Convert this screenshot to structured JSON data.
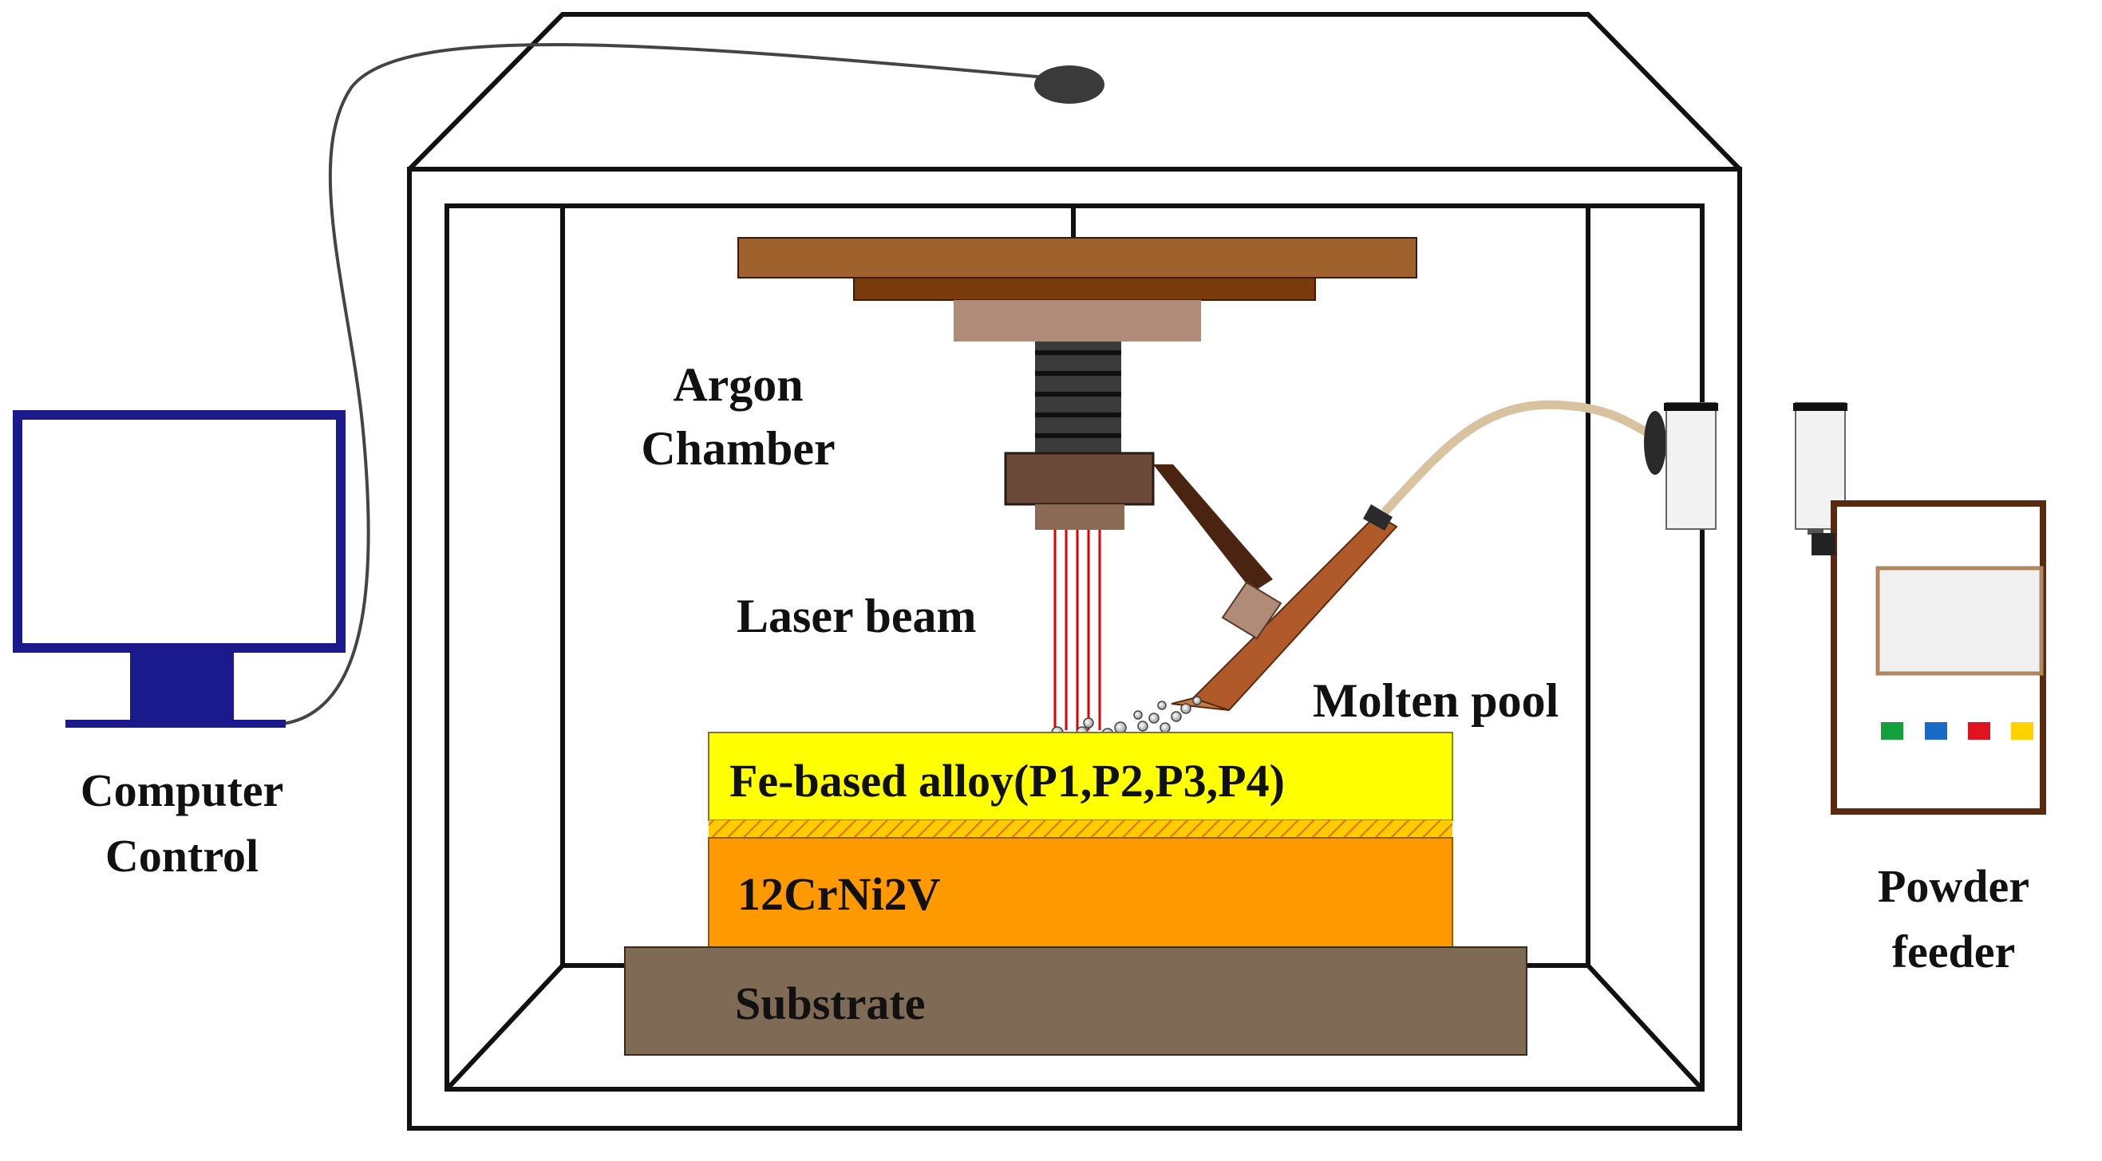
{
  "labels": {
    "computer": [
      "Computer",
      "Control"
    ],
    "chamber": [
      "Argon",
      "Chamber"
    ],
    "laser": "Laser beam",
    "molten": "Molten pool",
    "alloy": "Fe-based alloy(P1,P2,P3,P4)",
    "steel": "12CrNi2V",
    "substrate": "Substrate",
    "feeder": [
      "Powder",
      "feeder"
    ]
  },
  "colors": {
    "monitor": "#1a1a8c",
    "alloy_layer": "#ffff00",
    "steel_layer": "#ff9900",
    "substrate": "#7f6b55",
    "head_plate": "#a0622d",
    "head_plate_dark": "#7a3b0c",
    "head_mount": "#b08c78",
    "nozzle_block": "#6b4a3a",
    "laser_line": "#e00000",
    "feed_nozzle": "#b05a2a",
    "feeder_frame": "#5a2a10",
    "feeder_buttons": [
      "#14a03c",
      "#1a6bc8",
      "#e0141e",
      "#ffd200"
    ]
  },
  "icons": [
    "monitor-icon",
    "powder-feeder-icon",
    "laser-head-icon",
    "powder-nozzle-icon"
  ]
}
